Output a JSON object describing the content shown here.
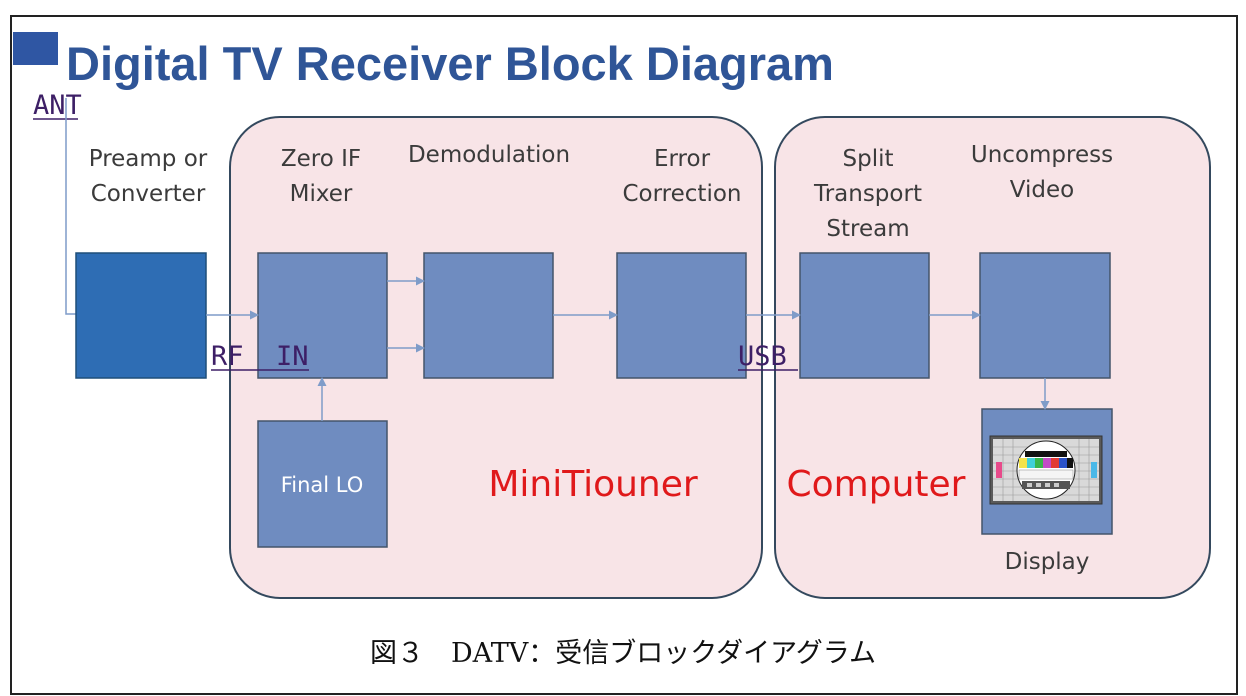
{
  "title": "Digital TV Receiver Block Diagram",
  "annotations": {
    "ant": "ANT",
    "rf_in": "RF  IN",
    "usb": "USB"
  },
  "groups": {
    "minitiouner": "MiniTiouner",
    "computer": "Computer"
  },
  "blocks": {
    "preamp": {
      "line1": "Preamp or",
      "line2": "Converter"
    },
    "zero_if": {
      "line1": "Zero IF",
      "line2": "Mixer"
    },
    "demod": {
      "line1": "Demodulation"
    },
    "error": {
      "line1": "Error",
      "line2": "Correction"
    },
    "final_lo": {
      "label": "Final LO"
    },
    "split": {
      "line1": "Split",
      "line2": "Transport",
      "line3": "Stream"
    },
    "uncompress": {
      "line1": "Uncompress",
      "line2": "Video"
    },
    "display": {
      "label": "Display"
    }
  },
  "caption": "図３　DATV：受信ブロックダイアグラム",
  "colors": {
    "title": "#2f5597",
    "group_fill": "#f8e4e7",
    "block_fill": "#6f8cc0",
    "preamp_fill": "#2e6db4",
    "group_label": "#e0191b",
    "annotation": "#3d1f66"
  }
}
